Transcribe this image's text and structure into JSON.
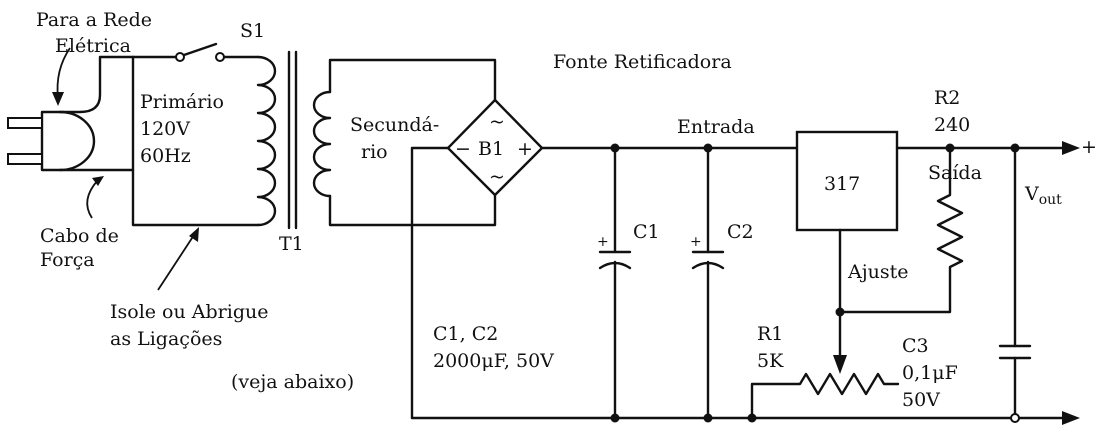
{
  "labels": {
    "plug_title_1": "Para a Rede",
    "plug_title_2": "Elétrica",
    "switch": "S1",
    "primary_1": "Primário",
    "primary_2": "120V",
    "primary_3": "60Hz",
    "secondary_1": "Secundá-",
    "secondary_2": "rio",
    "transformer": "T1",
    "power_cable_1": "Cabo de",
    "power_cable_2": "Força",
    "insulate_1": "Isole ou Abrigue",
    "insulate_2": "as Ligações",
    "see_below": "(veja abaixo)",
    "title": "Fonte Retificadora",
    "bridge_minus": "−",
    "bridge_name": "B1",
    "bridge_plus": "+",
    "bridge_ac_top": "~",
    "bridge_ac_bottom": "~",
    "input": "Entrada",
    "r2_name": "R2",
    "r2_value": "240",
    "regulator": "317",
    "output_label": "Saída",
    "vout_main": "V",
    "vout_sub": "out",
    "plus_out": "+",
    "c1": "C1",
    "c2": "C2",
    "cap_plus_1": "+",
    "cap_plus_2": "+",
    "adjust": "Ajuste",
    "caps_1": "C1, C2",
    "caps_2": "2000μF, 50V",
    "r1_name": "R1",
    "r1_value": "5K",
    "c3_name": "C3",
    "c3_value": "0,1μF",
    "c3_voltage": "50V"
  }
}
